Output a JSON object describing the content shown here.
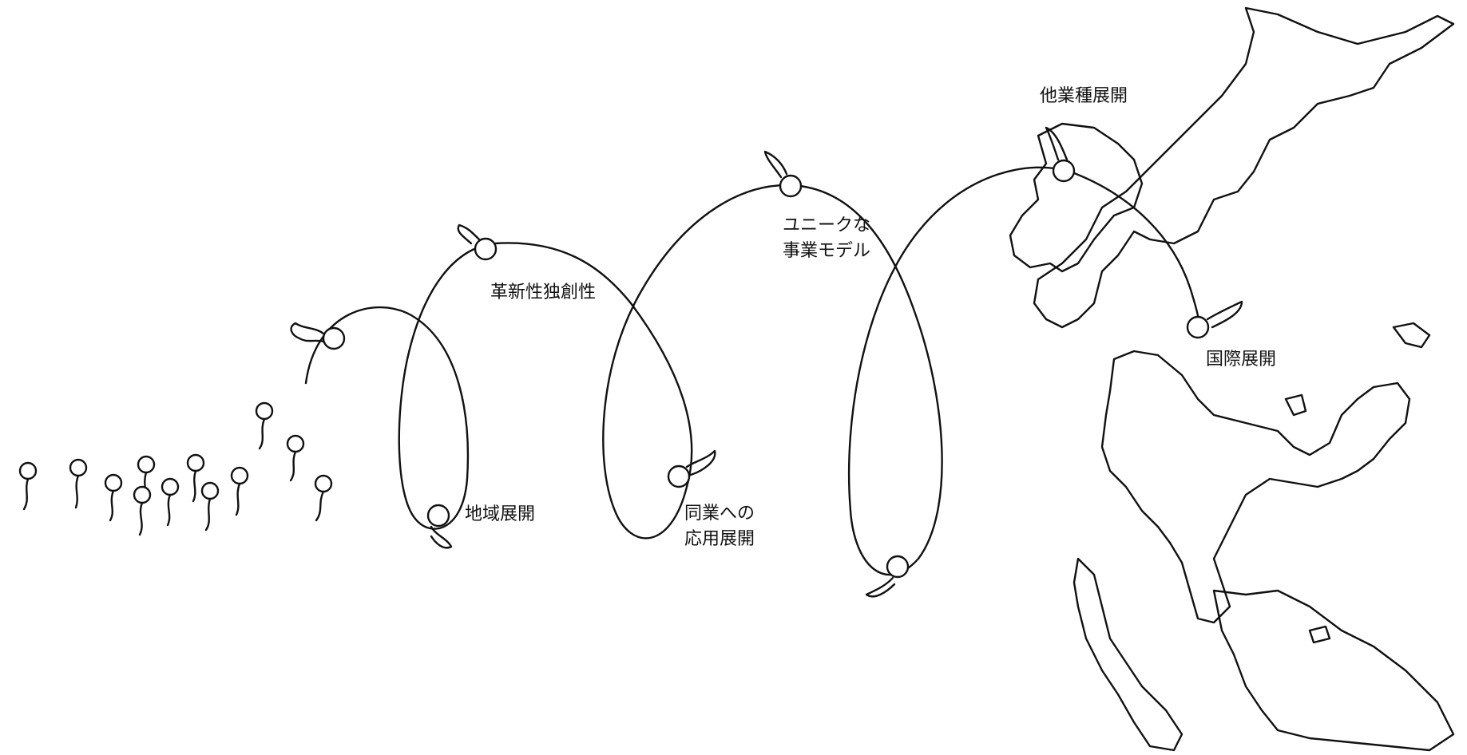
{
  "colors": {
    "ink": "#111111",
    "background": "#ffffff"
  },
  "labels": {
    "innovation": "革新性独創性",
    "regional": "地域展開",
    "unique_1": "ユニークな",
    "unique_2": "事業モデル",
    "same_industry_1": "同業への",
    "same_industry_2": "応用展開",
    "other_industry": "他業種展開",
    "international": "国際展開"
  },
  "icons": [
    "jumping-figure-icon",
    "walking-figure-icon",
    "world-map-icon"
  ]
}
